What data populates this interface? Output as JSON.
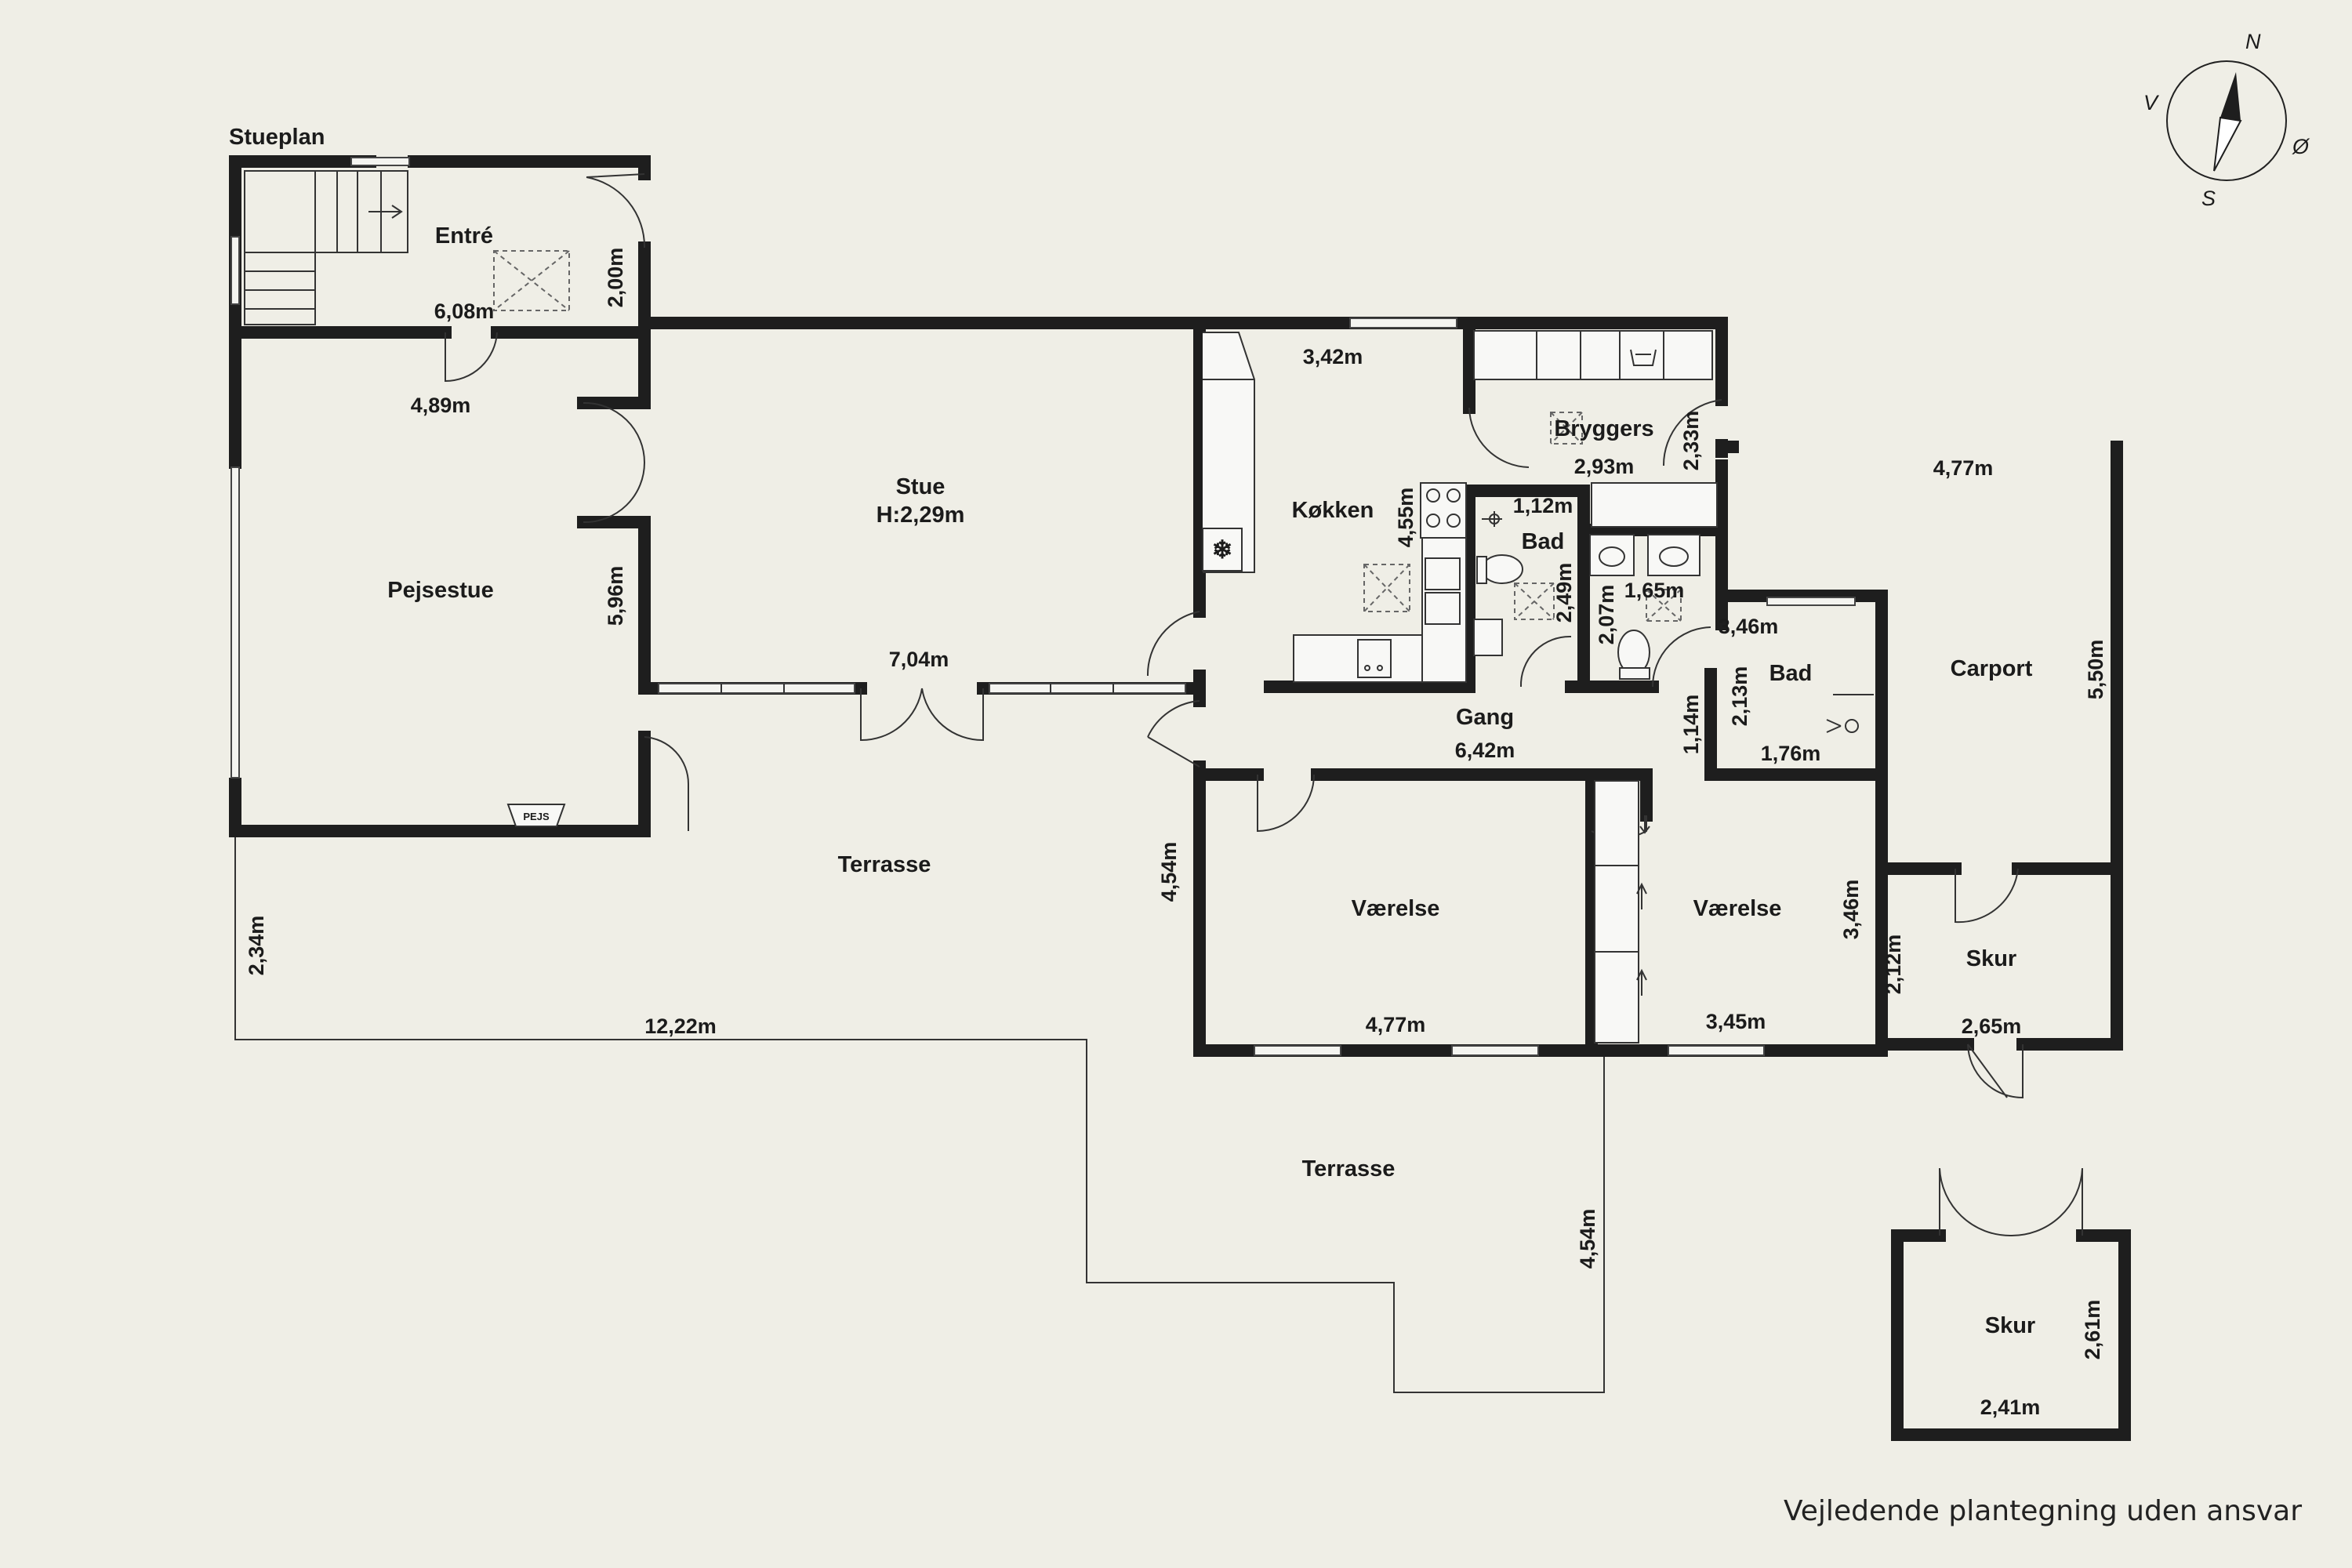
{
  "plan_title": "Stueplan",
  "compass": {
    "n": "N",
    "s": "S",
    "e": "Ø",
    "w": "V"
  },
  "rooms": {
    "entre": "Entré",
    "pejsestue": "Pejsestue",
    "stue": "Stue",
    "stue_height": "H:2,29m",
    "kokken": "Køkken",
    "bryggers": "Bryggers",
    "bad1": "Bad",
    "bad2": "Bad",
    "gang": "Gang",
    "carport": "Carport",
    "vaerelse1": "Værelse",
    "vaerelse2": "Værelse",
    "skur1": "Skur",
    "skur2": "Skur",
    "terrasse1": "Terrasse",
    "terrasse2": "Terrasse"
  },
  "fixtures": {
    "pejs": "PEJS"
  },
  "dimensions": {
    "entre_w": "6,08m",
    "entre_h": "2,00m",
    "pejsestue_w": "4,89m",
    "pejsestue_h": "5,96m",
    "stue_w": "7,04m",
    "kokken_w": "3,42m",
    "kokken_h": "4,55m",
    "bryggers_w": "2,93m",
    "bryggers_h": "2,33m",
    "bad1_w": "1,12m",
    "bad1_h": "2,49m",
    "hall_w": "1,65m",
    "hall_h": "2,07m",
    "bad2_top": "3,46m",
    "bad2_w": "1,76m",
    "bad2_h": "2,13m",
    "gang_w": "6,42m",
    "gang_h": "1,14m",
    "carport_w": "4,77m",
    "carport_h": "5,50m",
    "vaerelse1_w": "4,77m",
    "vaerelse1_h": "4,54m",
    "vaerelse2_w": "3,45m",
    "vaerelse2_h": "3,46m",
    "skur1_w": "2,65m",
    "skur1_h": "2,12m",
    "terrasse1_w": "12,22m",
    "terrasse1_h": "2,34m",
    "terrasse2_h": "4,54m",
    "skur2_w": "2,41m",
    "skur2_h": "2,61m"
  },
  "disclaimer": "Vejledende plantegning uden ansvar"
}
